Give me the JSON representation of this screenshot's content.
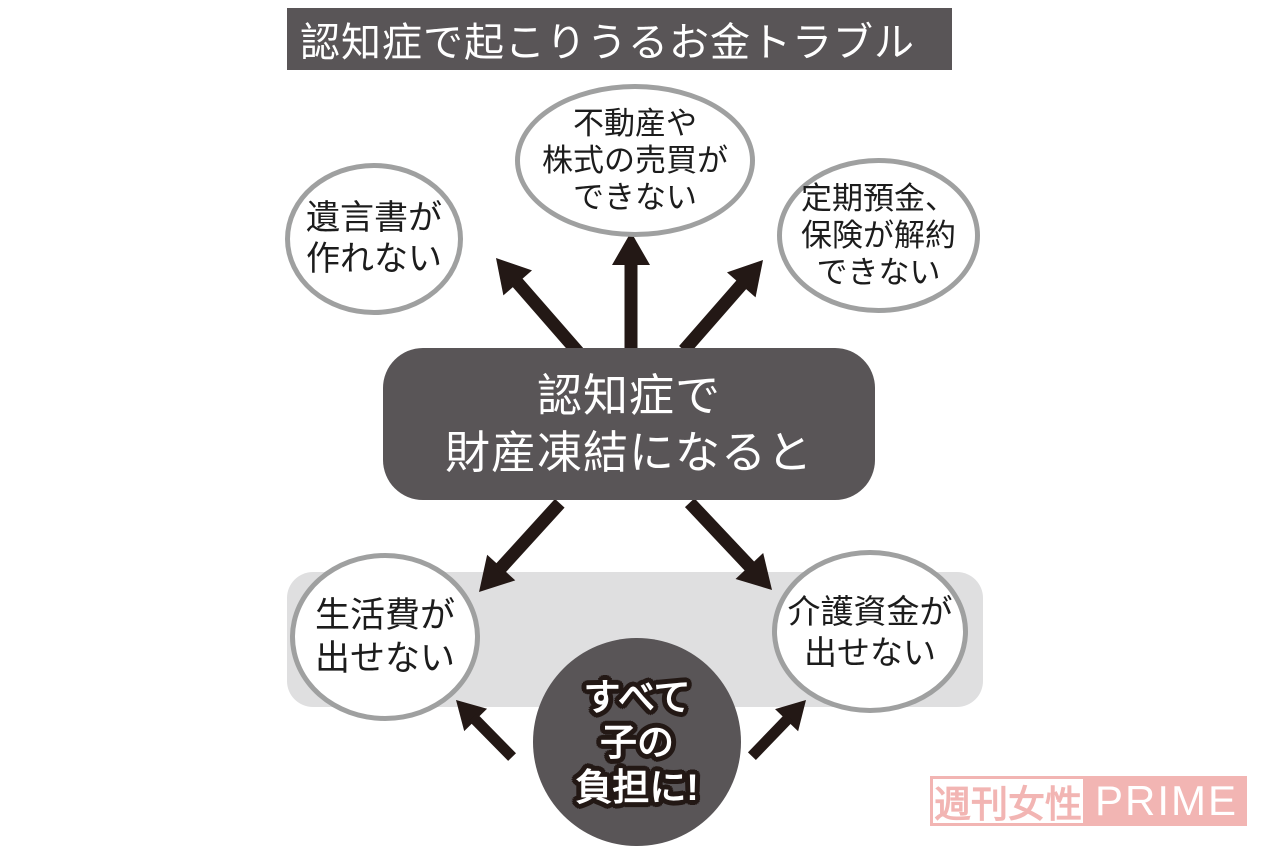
{
  "colors": {
    "dark_gray": "#595557",
    "arrow": "#231815",
    "ellipse_stroke": "#9fa0a0",
    "band_gray": "#dfdfe0",
    "logo_pink": "#f2b5b3",
    "logo_white": "#ffffff"
  },
  "title": "認知症で起こりうるお金トラブル",
  "center_box": {
    "line1": "認知症で",
    "line2": "財産凍結になると"
  },
  "bubbles": {
    "real_estate": {
      "line1": "不動産や",
      "line2": "株式の売買が",
      "line3": "できない"
    },
    "will": {
      "line1": "遺言書が",
      "line2": "作れない"
    },
    "deposit": {
      "line1": "定期預金、",
      "line2": "保険が解約",
      "line3": "できない"
    },
    "living": {
      "line1": "生活費が",
      "line2": "出せない"
    },
    "care": {
      "line1": "介護資金が",
      "line2": "出せない"
    }
  },
  "burden_circle": {
    "line1": "すべて",
    "line2": "子の",
    "line3": "負担に!"
  },
  "logo": {
    "magazine": "週刊女性",
    "brand": "PRIME"
  }
}
